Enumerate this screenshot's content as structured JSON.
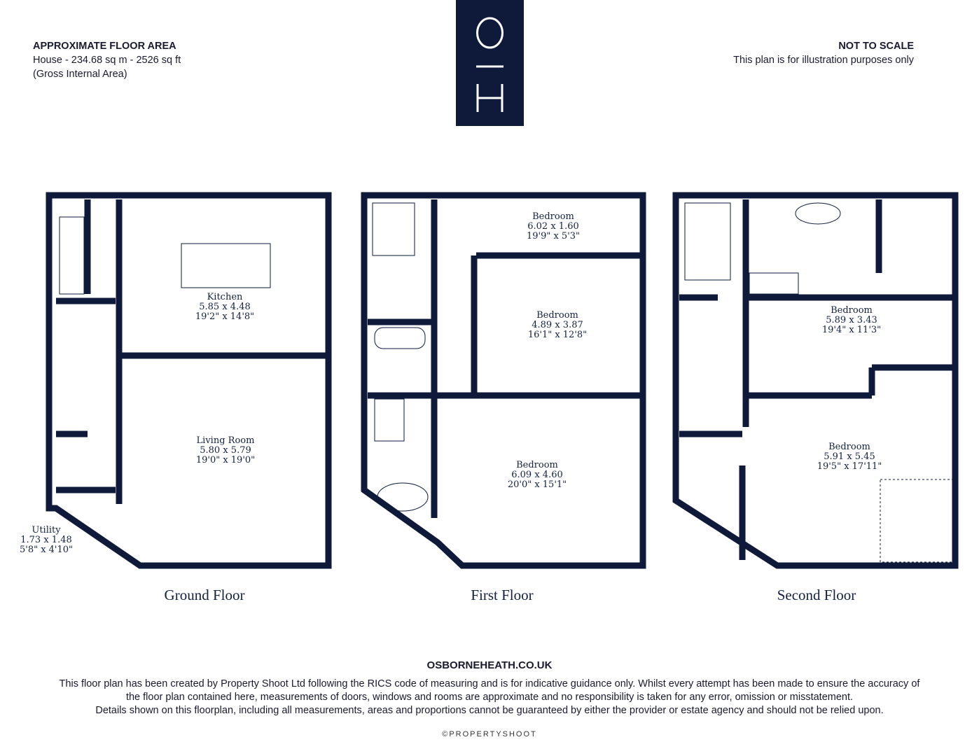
{
  "header": {
    "area_title": "APPROXIMATE FLOOR AREA",
    "area_value": "House - 234.68 sq m - 2526 sq ft",
    "area_note": "(Gross Internal Area)",
    "scale_title": "NOT TO SCALE",
    "scale_note": "This plan is for illustration purposes only",
    "logo_top": "O",
    "logo_bottom": "H"
  },
  "floors": [
    {
      "name": "Ground Floor",
      "rooms": [
        {
          "name": "Kitchen",
          "metric": "5.85 x 4.48",
          "imperial": "19'2\" x 14'8\""
        },
        {
          "name": "Living Room",
          "metric": "5.80 x 5.79",
          "imperial": "19'0\" x 19'0\""
        },
        {
          "name": "Utility",
          "metric": "1.73 x 1.48",
          "imperial": "5'8\" x 4'10\""
        }
      ]
    },
    {
      "name": "First Floor",
      "rooms": [
        {
          "name": "Bedroom",
          "metric": "6.02 x 1.60",
          "imperial": "19'9\" x 5'3\""
        },
        {
          "name": "Bedroom",
          "metric": "4.89 x 3.87",
          "imperial": "16'1\" x 12'8\""
        },
        {
          "name": "Bedroom",
          "metric": "6.09 x 4.60",
          "imperial": "20'0\" x 15'1\""
        }
      ]
    },
    {
      "name": "Second Floor",
      "rooms": [
        {
          "name": "Bedroom",
          "metric": "5.89 x 3.43",
          "imperial": "19'4\" x 11'3\""
        },
        {
          "name": "Bedroom",
          "metric": "5.91 x 5.45",
          "imperial": "19'5\" x 17'11\""
        }
      ]
    }
  ],
  "footer": {
    "website": "OSBORNEHEATH.CO.UK",
    "disclaimer_1": "This floor plan has been created by Property Shoot Ltd following the RICS code of measuring and is for indicative guidance only. Whilst every attempt has been made to ensure the accuracy of",
    "disclaimer_2": "the floor plan contained here, measurements of doors, windows and rooms are approximate and no responsibility is taken for any error, omission or misstatement.",
    "disclaimer_3": "Details shown on this floorplan, including all measurements, areas and proportions cannot be guaranteed by either the provider or estate agency and should not be relied upon.",
    "credit": "©PROPERTYSHOOT"
  },
  "colors": {
    "navy": "#0f1a3a"
  }
}
